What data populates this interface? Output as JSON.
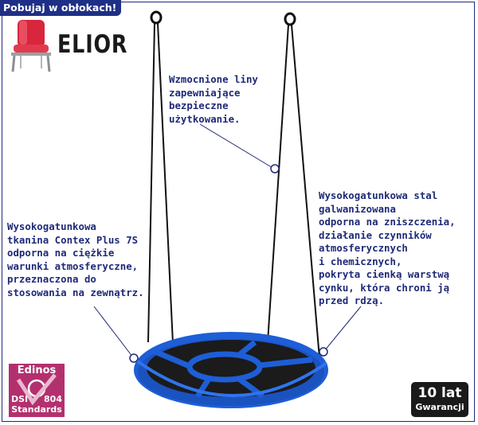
{
  "badge": {
    "label": "Pobujaj w obłokach!"
  },
  "brand": {
    "name": "ELIOR",
    "logo_icon": "red-chair-icon"
  },
  "annotations": {
    "ropes": "Wzmocnione liny\nzapewniające\nbezpieczne\nużytkowanie.",
    "steel": "Wysokogatunkowa stal\ngalwanizowana\nodporna na zniszczenia,\ndziałanie czynników\natmosferycznych\ni chemicznych,\npokryta cienką warstwą\ncynku, która chroni ją\nprzed rdzą.",
    "fabric": "Wysokogatunkowa\ntkanina Contex Plus 7S\nodporna na ciężkie\nwarunki atmosferyczne,\nprzeznaczona do\nstosowania na zewnątrz."
  },
  "certificate": {
    "name": "Edinos",
    "left_code": "DSI",
    "number": "804",
    "standards": "Standards"
  },
  "warranty": {
    "years": "10 lat",
    "label": "Gwarancji"
  },
  "colors": {
    "badge_bg": "#1f2f86",
    "text": "#1f2a78",
    "swing_blue": "#1e5ed6",
    "edinos_bg": "#b3306e",
    "chair_red": "#d8263c"
  }
}
